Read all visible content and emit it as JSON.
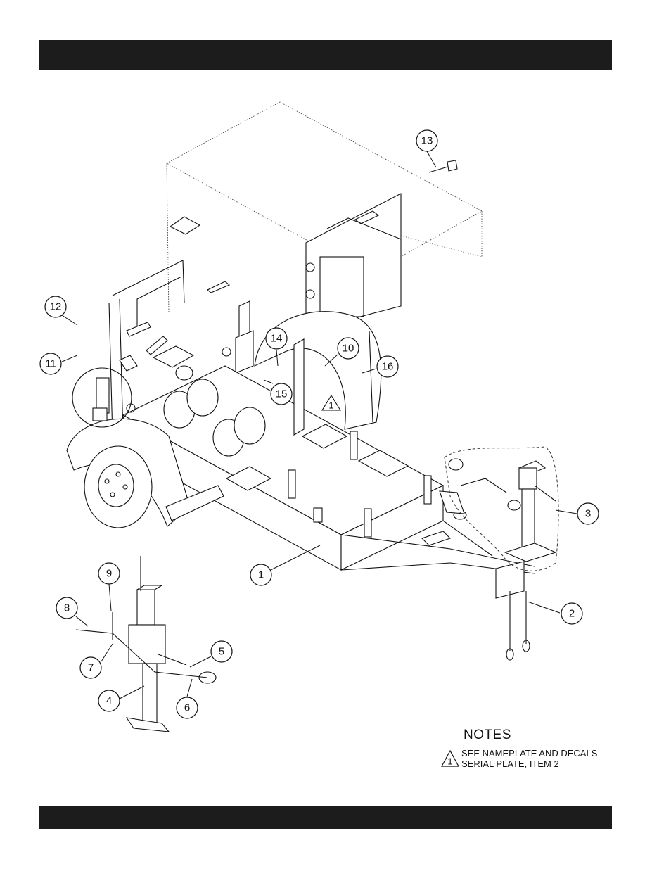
{
  "callouts": [
    {
      "number": "1"
    },
    {
      "number": "2"
    },
    {
      "number": "3"
    },
    {
      "number": "4"
    },
    {
      "number": "5"
    },
    {
      "number": "6"
    },
    {
      "number": "7"
    },
    {
      "number": "8"
    },
    {
      "number": "9"
    },
    {
      "number": "10"
    },
    {
      "number": "11"
    },
    {
      "number": "12"
    },
    {
      "number": "13"
    },
    {
      "number": "14"
    },
    {
      "number": "15"
    },
    {
      "number": "16"
    }
  ],
  "note_marker": "1",
  "notes": {
    "title": "NOTES",
    "lines": [
      "SEE NAMEPLATE AND DECALS",
      "SERIAL PLATE, ITEM 2"
    ],
    "symbol": "1"
  }
}
